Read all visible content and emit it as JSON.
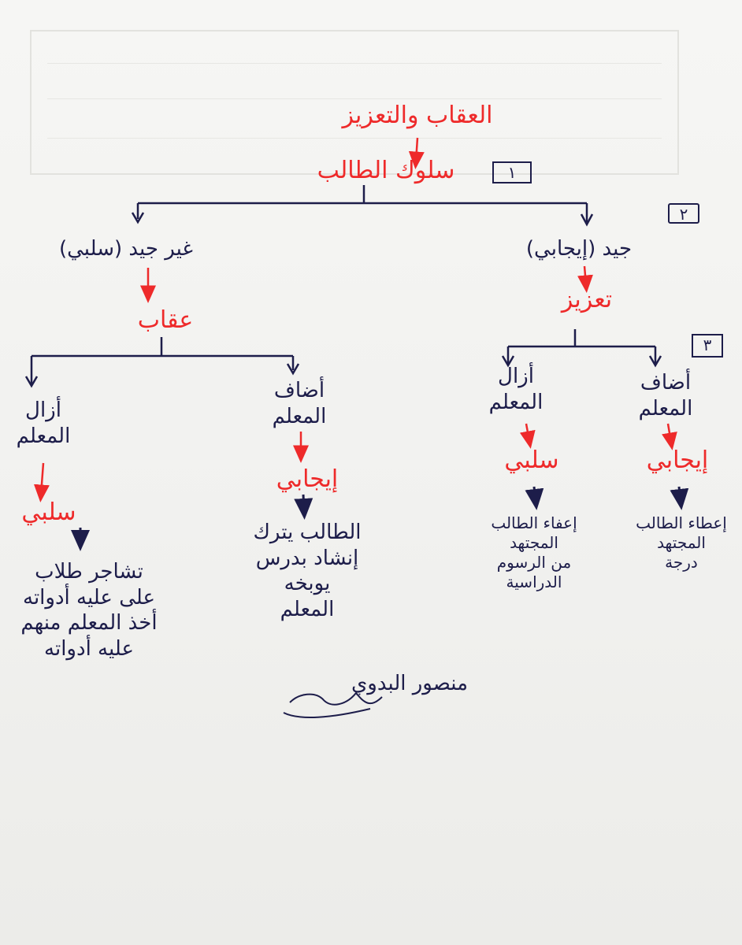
{
  "title": "العقاب والتعزيز",
  "root": "سلوك الطالب",
  "step_numbers": [
    "١",
    "٢",
    "٣"
  ],
  "left_branch": {
    "label": "غير جيد (سلبي)",
    "result": "عقاب",
    "children": [
      {
        "label": "أزال المعلم",
        "outcome": "سلبي",
        "effect": [
          "تشاجر طلاب",
          "على عليه أدواته",
          "أخذ المعلم منهم",
          "عليه أدواته"
        ]
      },
      {
        "label": "أضاف المعلم",
        "outcome": "إيجابي",
        "effect": [
          "الطالب يترك",
          "إنشاد بدرس",
          "يوبخه",
          "المعلم"
        ]
      }
    ]
  },
  "right_branch": {
    "label": "جيد (إيجابي)",
    "result": "تعزيز",
    "children": [
      {
        "label": "أزال المعلم",
        "outcome": "سلبي",
        "effect": [
          "إعفاء الطالب",
          "المجتهد",
          "من الرسوم",
          "الدراسية"
        ]
      },
      {
        "label": "أضاف المعلم",
        "outcome": "إيجابي",
        "effect": [
          "إعطاء الطالب",
          "المجتهد",
          "درجة"
        ]
      }
    ]
  },
  "signature": "منصور البدوي",
  "colors": {
    "red_ink": "#ee2a2a",
    "blue_ink": "#1d1d4a"
  }
}
